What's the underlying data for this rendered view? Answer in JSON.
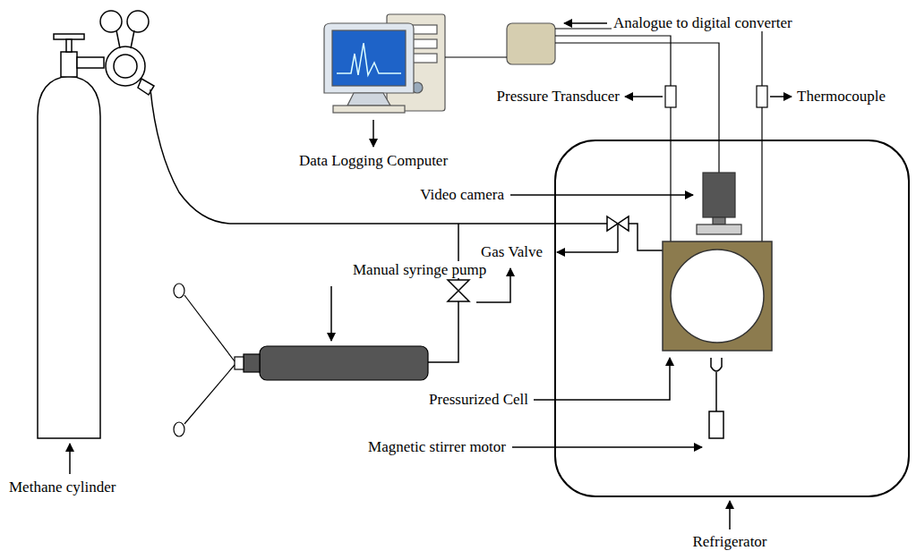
{
  "diagram": {
    "labels": [
      "Analogue to digital converter",
      "Pressure Transducer",
      "Thermocouple",
      "Data Logging Computer",
      "Video camera",
      "Gas Valve",
      "Manual syringe pump",
      "Pressurized Cell",
      "Magnetic stirrer motor",
      "Methane cylinder",
      "Refrigerator"
    ]
  }
}
